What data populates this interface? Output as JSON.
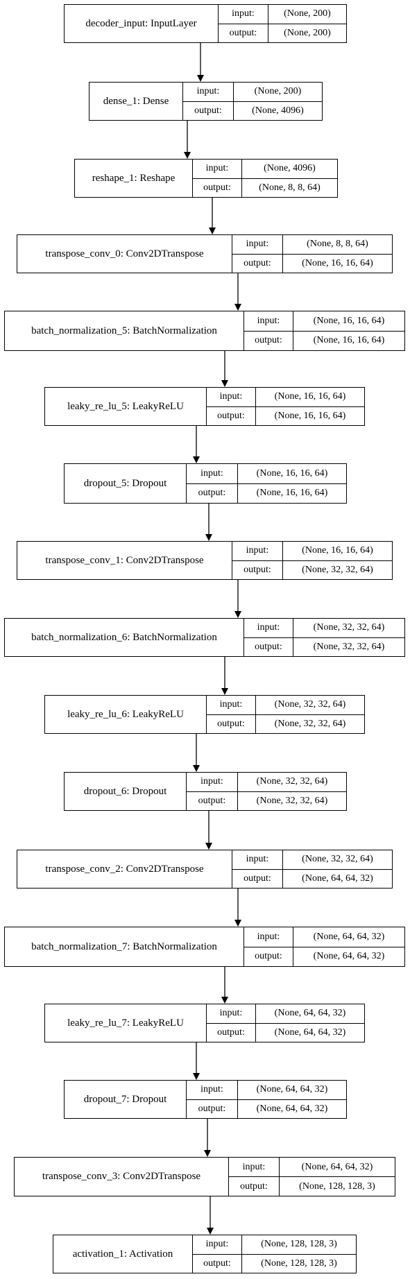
{
  "layers": [
    {
      "name": "decoder_input: InputLayer",
      "input_label": "input:",
      "output_label": "output:",
      "input": "(None, 200)",
      "output": "(None, 200)"
    },
    {
      "name": "dense_1: Dense",
      "input_label": "input:",
      "output_label": "output:",
      "input": "(None, 200)",
      "output": "(None, 4096)"
    },
    {
      "name": "reshape_1: Reshape",
      "input_label": "input:",
      "output_label": "output:",
      "input": "(None, 4096)",
      "output": "(None, 8, 8, 64)"
    },
    {
      "name": "transpose_conv_0: Conv2DTranspose",
      "input_label": "input:",
      "output_label": "output:",
      "input": "(None, 8, 8, 64)",
      "output": "(None, 16, 16, 64)"
    },
    {
      "name": "batch_normalization_5: BatchNormalization",
      "input_label": "input:",
      "output_label": "output:",
      "input": "(None, 16, 16, 64)",
      "output": "(None, 16, 16, 64)"
    },
    {
      "name": "leaky_re_lu_5: LeakyReLU",
      "input_label": "input:",
      "output_label": "output:",
      "input": "(None, 16, 16, 64)",
      "output": "(None, 16, 16, 64)"
    },
    {
      "name": "dropout_5: Dropout",
      "input_label": "input:",
      "output_label": "output:",
      "input": "(None, 16, 16, 64)",
      "output": "(None, 16, 16, 64)"
    },
    {
      "name": "transpose_conv_1: Conv2DTranspose",
      "input_label": "input:",
      "output_label": "output:",
      "input": "(None, 16, 16, 64)",
      "output": "(None, 32, 32, 64)"
    },
    {
      "name": "batch_normalization_6: BatchNormalization",
      "input_label": "input:",
      "output_label": "output:",
      "input": "(None, 32, 32, 64)",
      "output": "(None, 32, 32, 64)"
    },
    {
      "name": "leaky_re_lu_6: LeakyReLU",
      "input_label": "input:",
      "output_label": "output:",
      "input": "(None, 32, 32, 64)",
      "output": "(None, 32, 32, 64)"
    },
    {
      "name": "dropout_6: Dropout",
      "input_label": "input:",
      "output_label": "output:",
      "input": "(None, 32, 32, 64)",
      "output": "(None, 32, 32, 64)"
    },
    {
      "name": "transpose_conv_2: Conv2DTranspose",
      "input_label": "input:",
      "output_label": "output:",
      "input": "(None, 32, 32, 64)",
      "output": "(None, 64, 64, 32)"
    },
    {
      "name": "batch_normalization_7: BatchNormalization",
      "input_label": "input:",
      "output_label": "output:",
      "input": "(None, 64, 64, 32)",
      "output": "(None, 64, 64, 32)"
    },
    {
      "name": "leaky_re_lu_7: LeakyReLU",
      "input_label": "input:",
      "output_label": "output:",
      "input": "(None, 64, 64, 32)",
      "output": "(None, 64, 64, 32)"
    },
    {
      "name": "dropout_7: Dropout",
      "input_label": "input:",
      "output_label": "output:",
      "input": "(None, 64, 64, 32)",
      "output": "(None, 64, 64, 32)"
    },
    {
      "name": "transpose_conv_3: Conv2DTranspose",
      "input_label": "input:",
      "output_label": "output:",
      "input": "(None, 64, 64, 32)",
      "output": "(None, 128, 128, 3)"
    },
    {
      "name": "activation_1: Activation",
      "input_label": "input:",
      "output_label": "output:",
      "input": "(None, 128, 128, 3)",
      "output": "(None, 128, 128, 3)"
    }
  ]
}
